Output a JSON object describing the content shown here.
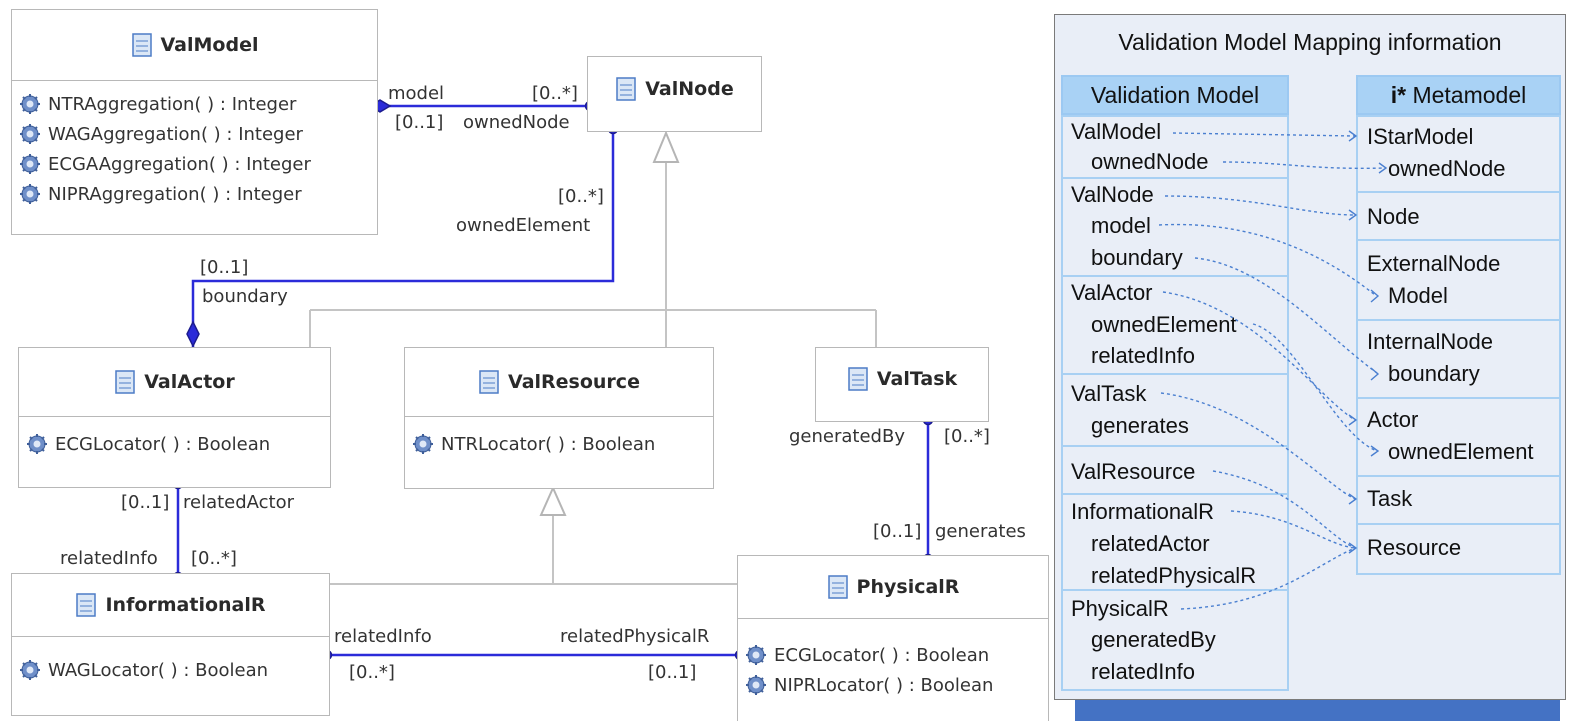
{
  "diagram": {
    "classes": {
      "valmodel": {
        "name": "ValModel",
        "operations": [
          "NTRAggregation( ) : Integer",
          "WAGAggregation( ) : Integer",
          "ECGAAggregation( ) : Integer",
          "NIPRAggregation( ) : Integer"
        ]
      },
      "valnode": {
        "name": "ValNode"
      },
      "valactor": {
        "name": "ValActor",
        "operations": [
          "ECGLocator( ) : Boolean"
        ]
      },
      "valresource": {
        "name": "ValResource",
        "operations": [
          "NTRLocator( ) : Boolean"
        ]
      },
      "valtask": {
        "name": "ValTask"
      },
      "informationalr": {
        "name": "InformationalR",
        "operations": [
          "WAGLocator( ) : Boolean"
        ]
      },
      "physicalr": {
        "name": "PhysicalR",
        "operations": [
          "ECGLocator( ) : Boolean",
          "NIPRLocator( ) : Boolean"
        ]
      }
    },
    "labels": {
      "model": "model",
      "model_mult": "[0..1]",
      "ownednode_mult": "[0..*]",
      "ownednode": "ownedNode",
      "ownedelement_mult": "[0..*]",
      "ownedelement": "ownedElement",
      "boundary_mult": "[0..1]",
      "boundary": "boundary",
      "relatedactor_mult": "[0..1]",
      "relatedactor": "relatedActor",
      "relatedinfo_a": "relatedInfo",
      "relatedinfo_a_mult": "[0..*]",
      "generatedby": "generatedBy",
      "generatedby_mult": "[0..*]",
      "generates_mult": "[0..1]",
      "generates": "generates",
      "relatedinfo_b": "relatedInfo",
      "relatedinfo_b_mult": "[0..*]",
      "relatedphysicalr": "relatedPhysicalR",
      "relatedphysicalr_mult": "[0..1]"
    }
  },
  "mapping": {
    "title": "Validation Model Mapping information",
    "left_header": "Validation Model",
    "right_header_bold": "i*",
    "right_header": " Metamodel",
    "left_items": [
      "ValModel",
      "ownedNode",
      "ValNode",
      "model",
      "boundary",
      "ValActor",
      "ownedElement",
      "relatedInfo",
      "ValTask",
      "generates",
      "ValResource",
      "InformationalR",
      "relatedActor",
      "relatedPhysicalR",
      "PhysicalR",
      "generatedBy",
      "relatedInfo"
    ],
    "right_items": [
      "IStarModel",
      "ownedNode",
      "Node",
      "ExternalNode",
      "Model",
      "InternalNode",
      "boundary",
      "Actor",
      "ownedElement",
      "Task",
      "Resource"
    ]
  },
  "colors": {
    "association": "#2b2bd9",
    "mapping_arrow": "#4a7fd0",
    "header_blue": "#a9d2f5",
    "panel_bg": "#e9eef7"
  }
}
